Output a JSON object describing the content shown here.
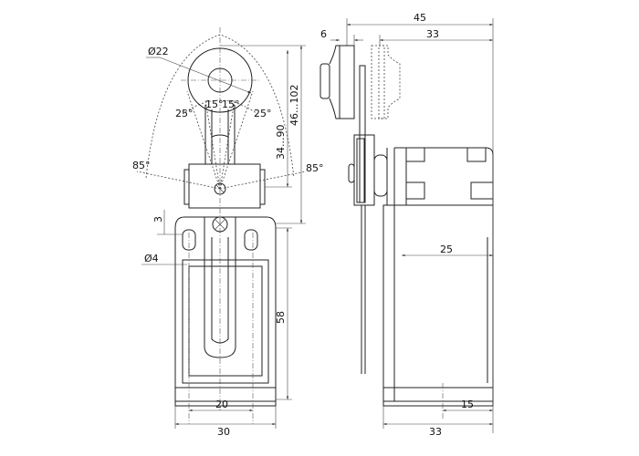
{
  "front_view": {
    "roller_diameter": "Ø22",
    "angle_left_inner": "15°",
    "angle_right_inner": "15°",
    "angle_left_mid": "25°",
    "angle_right_mid": "25°",
    "angle_left_outer": "85°",
    "angle_right_outer": "85°",
    "lever_range_1": "34...90",
    "lever_range_2": "46...102",
    "slot_height": "3",
    "hole_diameter": "Ø4",
    "body_height": "58",
    "hole_spacing": "20",
    "body_width": "30"
  },
  "side_view": {
    "total_depth": "45",
    "roller_width": "6",
    "roller_offset": "33",
    "hole_depth": "25",
    "bottom_offset": "15",
    "body_depth": "33"
  }
}
